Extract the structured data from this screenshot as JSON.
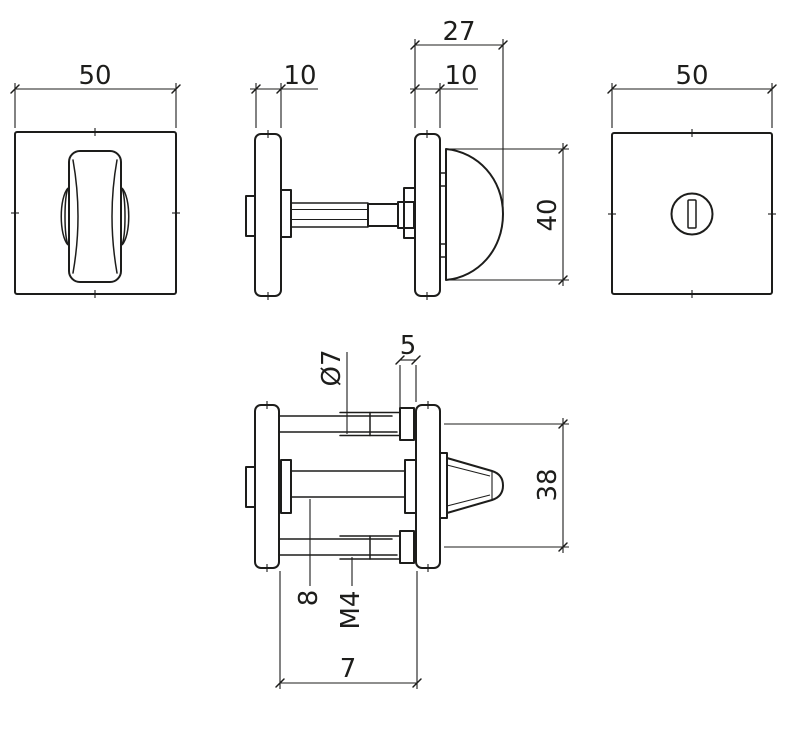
{
  "drawing": {
    "description": "Technical dimension drawing of a square WC thumb-turn rosette set (front view, side views, back view with emergency release)",
    "colors": {
      "background": "#ffffff",
      "line": "#1d1d1b"
    }
  },
  "dims": {
    "front_width": "50",
    "rosette_thickness": "10",
    "knob_projection": "27",
    "knob_offset": "10",
    "knob_height": "40",
    "back_width": "50",
    "sleeve_diameter": "Ø7",
    "head_width": "5",
    "screw_spacing": "38",
    "spindle_size": "8",
    "thread_size": "M4",
    "base_depth": "7"
  }
}
